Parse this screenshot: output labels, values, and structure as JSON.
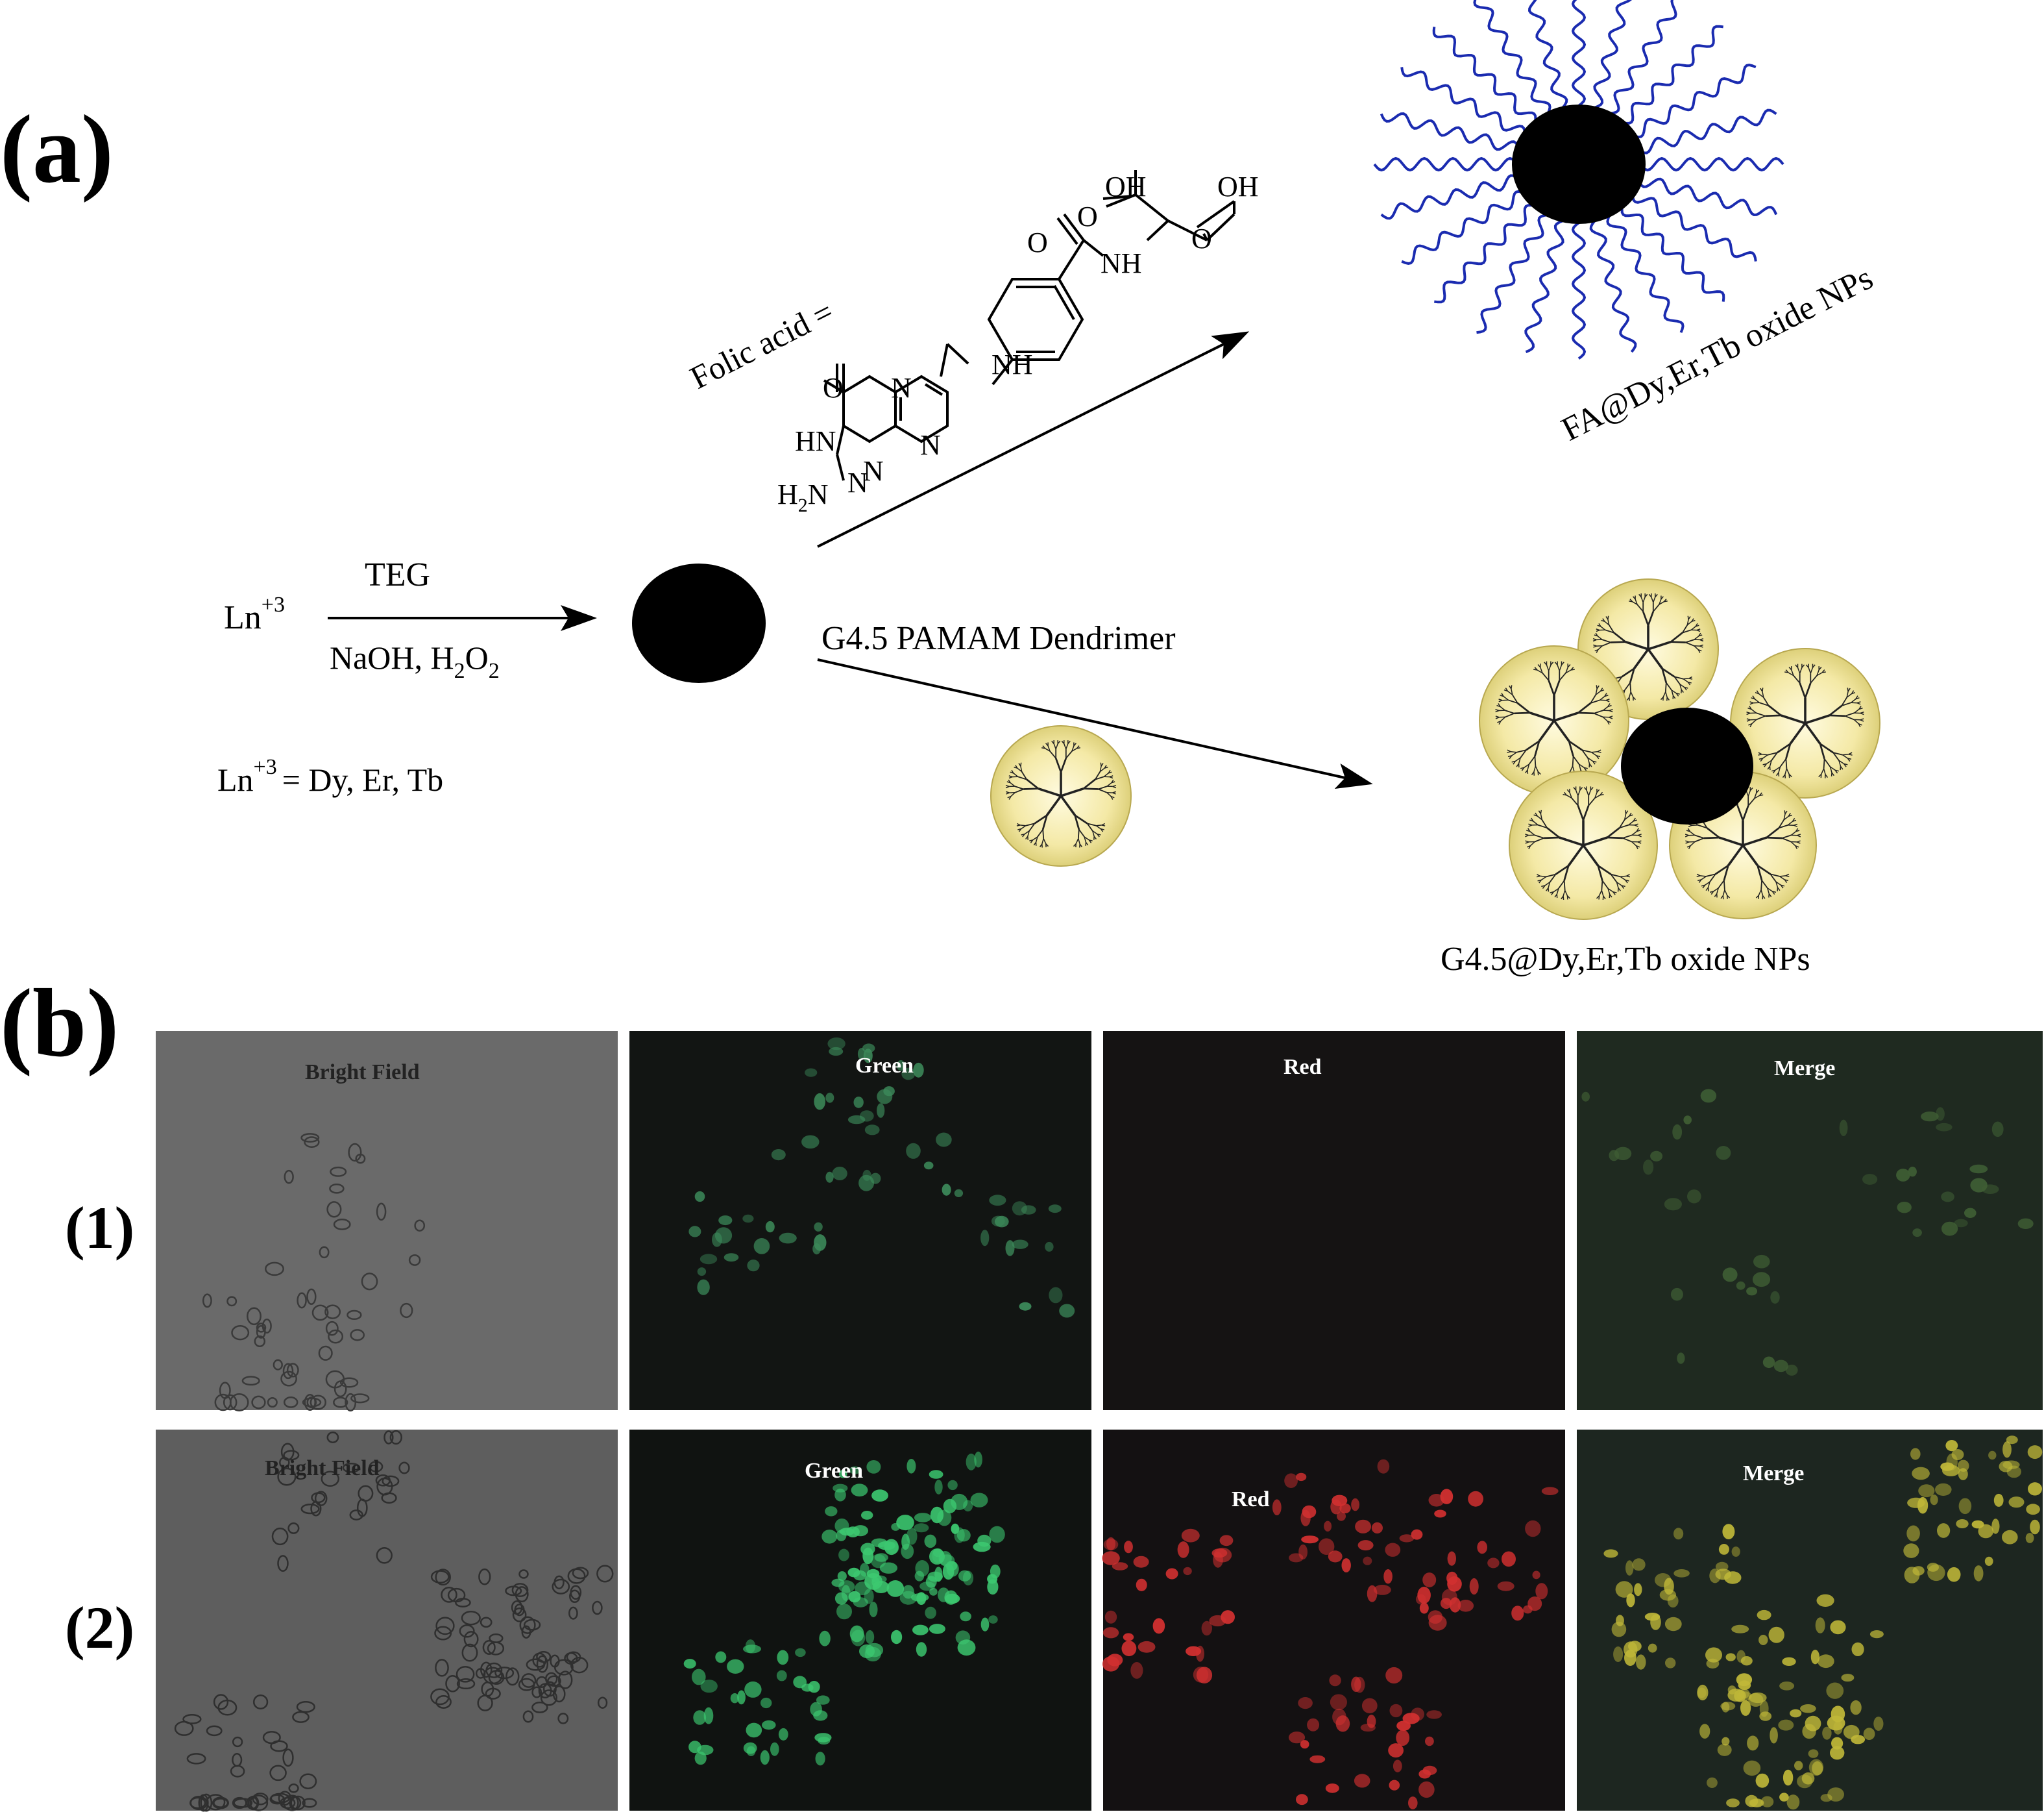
{
  "figure": {
    "panel_a": {
      "label": "(a)",
      "reactant_main": "Ln",
      "reactant_sup": "+3",
      "arrow1_top": "TEG",
      "arrow1_bottom_main": "NaOH, H",
      "arrow1_bottom_sub1": "2",
      "arrow1_bottom_o": "O",
      "arrow1_bottom_sub2": "2",
      "ln_def_main": "Ln",
      "ln_def_sup": "+3",
      "ln_def_rest": "= Dy, Er, Tb",
      "folic_acid_label": "Folic acid =",
      "fa_product_label": "FA@Dy,Er,Tb oxide NPs",
      "dendrimer_label": "G4.5 PAMAM Dendrimer",
      "g45_product_label": "G4.5@Dy,Er,Tb oxide NPs",
      "structure": {
        "oh1": "OH",
        "oh2": "OH",
        "o1": "O",
        "o2": "O",
        "o3": "O",
        "o4": "O",
        "nh1": "NH",
        "nh2": "NH",
        "hn": "HN",
        "n1": "N",
        "n2": "N",
        "n3": "N",
        "n4": "N",
        "h2n_h": "H",
        "h2n_sub": "2",
        "h2n_n": "N"
      }
    },
    "panel_b": {
      "label": "(b)",
      "row_labels": [
        "(1)",
        "(2)"
      ],
      "row1": [
        "Bright Field",
        "Green",
        "Red",
        "Merge"
      ],
      "row2": [
        "Bright Field",
        "Green",
        "Red",
        "Merge"
      ]
    }
  },
  "colors": {
    "chain_blue": "#1a2bb0",
    "dendrimer_fill": "#f4eab0",
    "np_black": "#000000"
  }
}
